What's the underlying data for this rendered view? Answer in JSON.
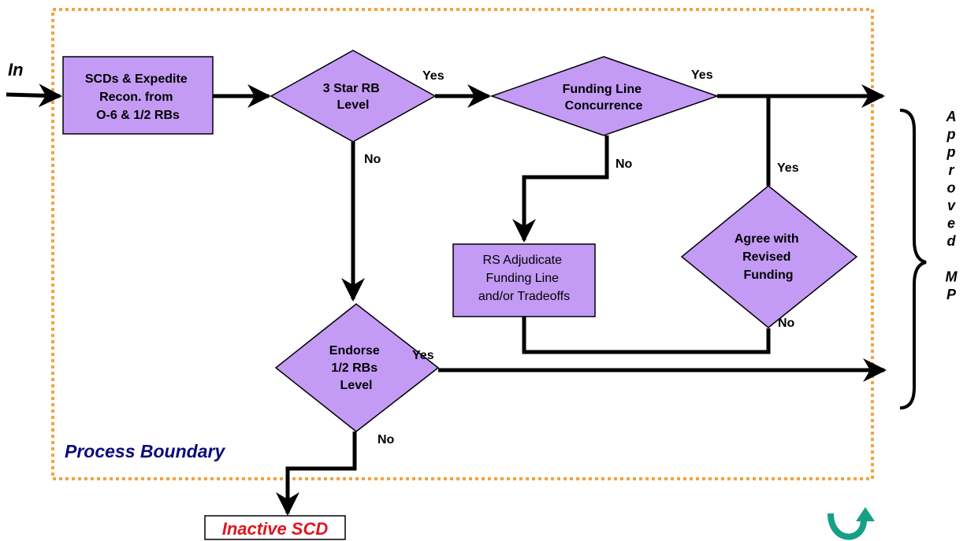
{
  "colors": {
    "process_fill": "#c39bf5",
    "boundary": "#f4a340",
    "boundary_label": "#0b0b7a",
    "inactive_label": "#e0141e",
    "cycle_icon": "#16a085"
  },
  "input_label": "In",
  "process_boundary_label": "Process Boundary",
  "inactive_label": "Inactive SCD",
  "output_label_letters": [
    "A",
    "p",
    "p",
    "r",
    "o",
    "v",
    "e",
    "d",
    "",
    "M",
    "P"
  ],
  "nodes": {
    "scds": {
      "lines": [
        "SCDs & Expedite",
        "Recon.  from",
        "O-6 & 1/2 RBs"
      ]
    },
    "three_star": {
      "lines": [
        "3 Star RB",
        "Level"
      ]
    },
    "funding_concurrence": {
      "lines": [
        "Funding Line",
        "Concurrence"
      ]
    },
    "rs_adjudicate": {
      "lines": [
        "RS Adjudicate",
        "Funding Line",
        "and/or Tradeoffs"
      ]
    },
    "agree_revised": {
      "lines": [
        "Agree with",
        "Revised",
        "Funding"
      ]
    },
    "endorse": {
      "lines": [
        "Endorse",
        "1/2 RBs",
        "Level"
      ]
    }
  },
  "edge_labels": {
    "three_star_yes": "Yes",
    "three_star_no": "No",
    "funding_yes": "Yes",
    "funding_no": "No",
    "agree_yes": "Yes",
    "agree_no": "No",
    "endorse_yes": "Yes",
    "endorse_no": "No"
  },
  "icons": {
    "cycle": "circular-arrow-icon",
    "brace": "right-brace-icon"
  }
}
